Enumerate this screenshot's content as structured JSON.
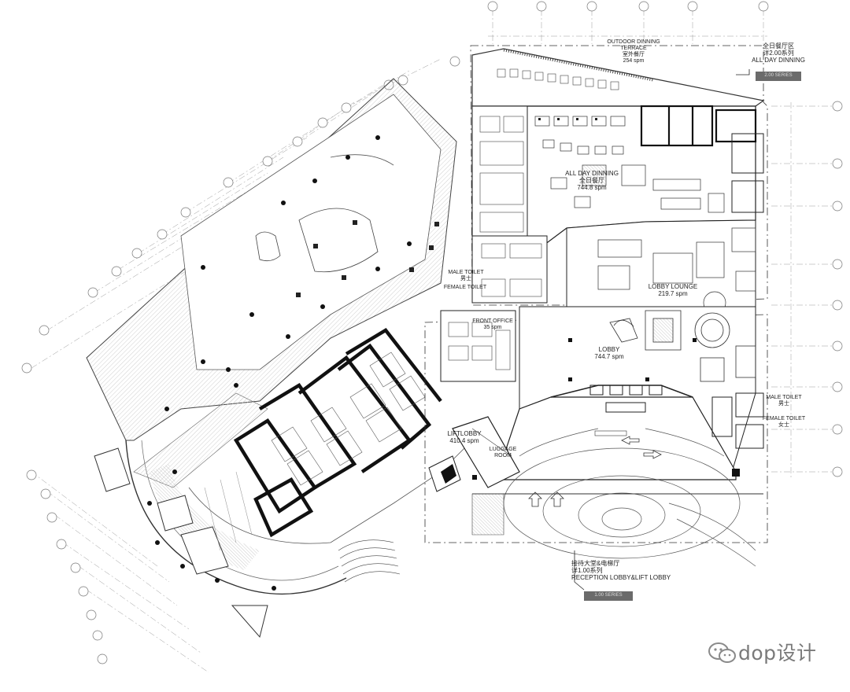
{
  "rooms": {
    "outdoor_dining_en": "OUTDOOR DINNING",
    "outdoor_dining_en2": "TERRACE",
    "outdoor_dining_cn": "室外餐厅",
    "outdoor_dining_area": "254 spm",
    "all_day_dining_en": "ALL DAY DINNING",
    "all_day_dining_cn": "全日餐厅",
    "all_day_dining_area": "744.8 spm",
    "lobby_lounge_en": "LOBBY LOUNGE",
    "lobby_lounge_area": "219.7 spm",
    "male_toilet_left": "MALE TOILET",
    "male_toilet_left_cn": "男士",
    "female_toilet_left": "FEMALE TOILET",
    "front_office": "FRONT OFFICE",
    "front_office_area": "35 spm",
    "lobby": "LOBBY",
    "lobby_area": "744.7 spm",
    "lift_lobby": "LIFTLOBBY",
    "lift_lobby_area": "410.4 spm",
    "luggage_1": "LUGGAGE",
    "luggage_2": "ROOM",
    "male_toilet_right": "MALE TOILET",
    "male_toilet_right_cn": "男士",
    "female_toilet_right": "FEMALE TOILET",
    "female_toilet_right_cn": "女士"
  },
  "callouts": {
    "all_day": {
      "cn": "全日餐厅区",
      "series_cn": "详2.00系列",
      "en": "ALL DAY DINNING",
      "tag": "2.00 SERIES"
    },
    "reception": {
      "cn": "接待大堂&电梯厅",
      "series_cn": "详1.00系列",
      "en": "RECEPTION LOBBY&LIFT LOBBY",
      "tag": "1.00 SERIES"
    }
  },
  "watermark": {
    "text": "dop设计",
    "icon": "wechat-icon"
  },
  "colors": {
    "line": "#3a3a3a",
    "wall": "#1a1a1a",
    "hatch": "#cfcfcf",
    "tag_bg": "#6b6b6b"
  }
}
